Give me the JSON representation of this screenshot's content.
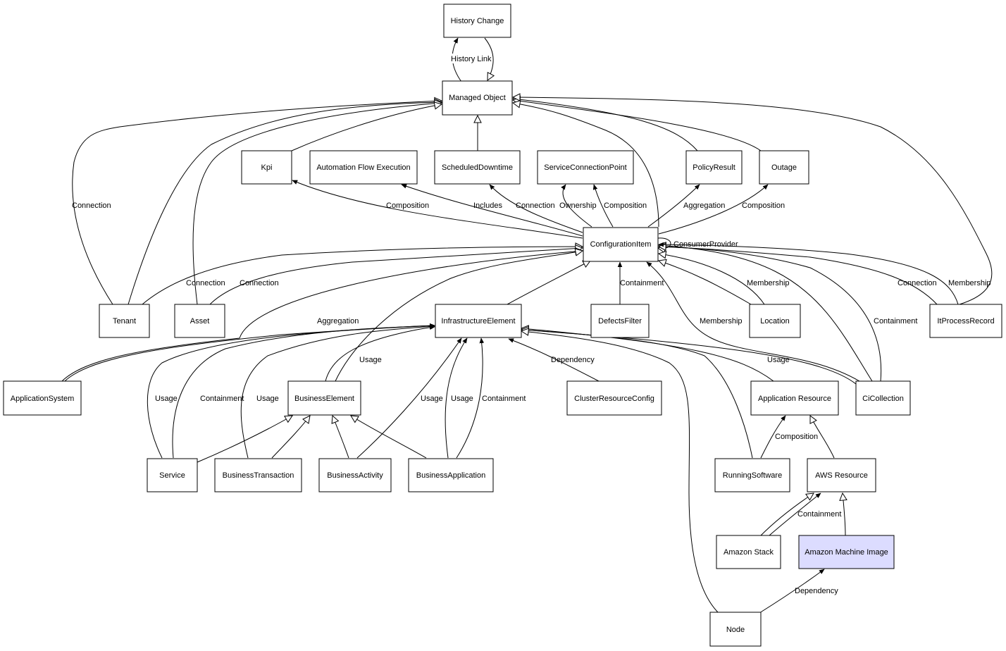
{
  "nodes": {
    "history_change": "History Change",
    "managed_object": "Managed Object",
    "kpi": "Kpi",
    "automation_flow_execution": "Automation Flow Execution",
    "scheduled_downtime": "ScheduledDowntime",
    "service_connection_point": "ServiceConnectionPoint",
    "policy_result": "PolicyResult",
    "outage": "Outage",
    "configuration_item": "ConfigurationItem",
    "tenant": "Tenant",
    "asset": "Asset",
    "infrastructure_element": "InfrastructureElement",
    "defects_filter": "DefectsFilter",
    "location": "Location",
    "it_process_record": "ItProcessRecord",
    "application_system": "ApplicationSystem",
    "business_element": "BusinessElement",
    "cluster_resource_config": "ClusterResourceConfig",
    "application_resource": "Application Resource",
    "ci_collection": "CiCollection",
    "service": "Service",
    "business_transaction": "BusinessTransaction",
    "business_activity": "BusinessActivity",
    "business_application": "BusinessApplication",
    "running_software": "RunningSoftware",
    "aws_resource": "AWS Resource",
    "amazon_stack": "Amazon Stack",
    "amazon_machine_image": "Amazon Machine Image",
    "node": "Node"
  },
  "edge_labels": {
    "history_link": "History Link",
    "connection_tenant_mo": "Connection",
    "composition_kpi": "Composition",
    "includes_afe": "Includes",
    "connection_sd": "Connection",
    "ownership_scp": "Ownership",
    "composition_scp": "Composition",
    "aggregation_policy": "Aggregation",
    "composition_outage": "Composition",
    "consumer_provider": "ConsumerProvider",
    "connection_tenant_ci": "Connection",
    "connection_asset_ci": "Connection",
    "containment_defects": "Containment",
    "membership_location": "Membership",
    "membership_cicollection": "Membership",
    "containment_cicollection": "Containment",
    "connection_itpr": "Connection",
    "membership_itpr": "Membership",
    "aggregation_appsys": "Aggregation",
    "usage_be": "Usage",
    "dependency_cluster": "Dependency",
    "usage_cicollection": "Usage",
    "usage_service": "Usage",
    "containment_service": "Containment",
    "usage_btx": "Usage",
    "usage_bact": "Usage",
    "usage_bapp": "Usage",
    "containment_bapp": "Containment",
    "composition_running": "Composition",
    "containment_stack": "Containment",
    "dependency_node": "Dependency"
  }
}
